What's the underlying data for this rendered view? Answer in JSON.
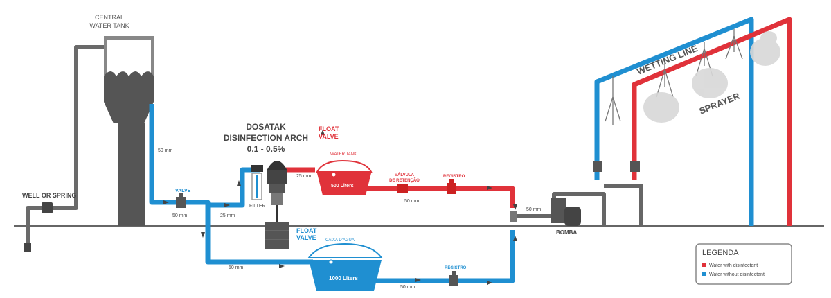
{
  "labels": {
    "central_tank": [
      "CENTRAL",
      "WATER TANK"
    ],
    "well": "WELL OR SPRING",
    "pipe_50_a": "50 mm",
    "valve": "VALVE",
    "pipe_50_b": "50 mm",
    "pipe_25_a": "25 mm",
    "filter": "FILTER",
    "dosatak": [
      "DOSATAK",
      "DISINFECTION ARCH",
      "0.1 - 0.5%"
    ],
    "pipe_25_b": "25 mm",
    "float_valve_red": [
      "FLOAT",
      "VALVE"
    ],
    "water_tank": "WATER TANK",
    "tank_500": "500 Liters",
    "check_valve": [
      "VÁLVULA",
      "DE RETENÇÃO"
    ],
    "registro_top": "REGISTRO",
    "pipe_50_c": "50 mm",
    "pipe_50_d": "50 mm",
    "bomba": "BOMBA",
    "float_valve_blue": [
      "FLOAT",
      "VALVE"
    ],
    "caixa": "CAIXA D'AGUA",
    "tank_1000": "1000 Liters",
    "pipe_50_e": "50 mm",
    "registro_bottom": "REGISTRO",
    "pipe_50_f": "50 mm",
    "wetting_line": "WETTING LINE",
    "sprayer": "SPRAYER"
  },
  "legend": {
    "title": "LEGENDA",
    "items": [
      {
        "label": "Water with disinfectant",
        "color": "#e0323a"
      },
      {
        "label": "Water without disinfectant",
        "color": "#1f8fd1"
      }
    ]
  },
  "colors": {
    "blue": "#1f8fd1",
    "red": "#e0323a",
    "gray": "#5a5a5a"
  }
}
